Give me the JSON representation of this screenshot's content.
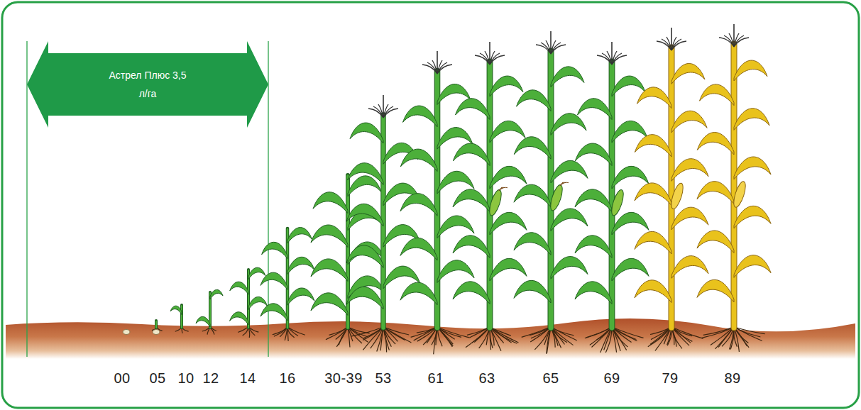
{
  "diagram": {
    "nodes": [
      {
        "text": [
          "Астрел Плюс 3,5 л/га"
        ]
      }
    ],
    "labels": [
      "00",
      "05",
      "10",
      "12",
      "14",
      "16",
      "30-39",
      "53",
      "61",
      "63",
      "65",
      "69",
      "79",
      "89"
    ]
  }
}
